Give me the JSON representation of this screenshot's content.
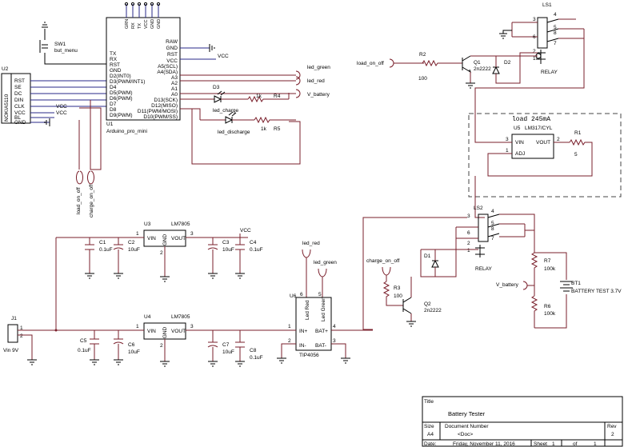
{
  "lcd": {
    "ref": "U2",
    "part": "NOKIA5110",
    "pins": [
      "RST",
      "SE",
      "DC",
      "DIN",
      "CLK",
      "VCC",
      "BL",
      "GND"
    ],
    "vcc": [
      "VCC",
      "VCC"
    ]
  },
  "switch": {
    "ref": "SW1",
    "value": "but_menu"
  },
  "mcu": {
    "ref": "U1",
    "part": "Arduino_pro_mini",
    "top_pins": [
      "GRN",
      "RX",
      "TX",
      "VCC",
      "GND",
      "GND"
    ],
    "left_pins": [
      "TX",
      "RX",
      "RST",
      "GND",
      "D2(INT0)",
      "D3(PWM/INT1)",
      "D4",
      "D5(PWM)",
      "D6(PWM)",
      "D7",
      "D8",
      "D9(PWM)"
    ],
    "right_pins": [
      "RAW",
      "GND",
      "RST",
      "VCC",
      "A5(SCL)",
      "A4(SDA)",
      "A3",
      "A2",
      "A1",
      "A0",
      "D13(SCK)",
      "D12(MISO)",
      "D11(PWM/MOSI)",
      "D10(PWM/SS)"
    ],
    "vcc": "VCC"
  },
  "nets": {
    "led_green": "led_green",
    "led_red": "led_red",
    "v_battery": "V_battery",
    "load_on_off": "load_on_off",
    "charge_on_off": "charge_on_off",
    "led_charge": "led_charge",
    "led_discharge": "led_discharge"
  },
  "d3": {
    "ref": "D3"
  },
  "r4": {
    "ref": "R4",
    "value": "1k"
  },
  "r5": {
    "ref": "R5",
    "value": "1k"
  },
  "ls1": {
    "ref": "LS1",
    "name": "RELAY",
    "pins": [
      "3",
      "4",
      "6",
      "5",
      "8",
      "7",
      "2",
      "1"
    ]
  },
  "r2": {
    "ref": "R2",
    "value": "100"
  },
  "q1": {
    "ref": "Q1",
    "value": "2n2222"
  },
  "d2": {
    "ref": "D2"
  },
  "load_box": {
    "label": "load  245mA"
  },
  "u5": {
    "ref": "U5",
    "part": "LM317/CYL",
    "vin": "VIN",
    "vout": "VOUT",
    "adj": "ADJ",
    "pins": [
      "3",
      "2",
      "1"
    ]
  },
  "r1": {
    "ref": "R1",
    "value": "5"
  },
  "ls2": {
    "ref": "LS2",
    "name": "RELAY",
    "pins": [
      "3",
      "4",
      "6",
      "5",
      "8",
      "7",
      "2",
      "1"
    ]
  },
  "d1": {
    "ref": "D1"
  },
  "r3": {
    "ref": "R3",
    "value": "100"
  },
  "q2": {
    "ref": "Q2",
    "value": "2n2222"
  },
  "r7": {
    "ref": "R7",
    "value": "100k"
  },
  "r6": {
    "ref": "R6",
    "value": "100k"
  },
  "bt1": {
    "ref": "BT1",
    "value": "BATTERY TEST 3.7V"
  },
  "u3": {
    "ref": "U3",
    "part": "LM7805",
    "vin": "VIN",
    "gnd": "GND",
    "vout": "VOUT",
    "pins": [
      "1",
      "2",
      "3"
    ]
  },
  "u4": {
    "ref": "U4",
    "part": "LM7805",
    "vin": "VIN",
    "gnd": "GND",
    "vout": "VOUT",
    "pins": [
      "1",
      "2",
      "3"
    ]
  },
  "c1": {
    "ref": "C1",
    "value": "0.1uF"
  },
  "c2": {
    "ref": "C2",
    "value": "10uF"
  },
  "c3": {
    "ref": "C3",
    "value": "10uF"
  },
  "c4": {
    "ref": "C4",
    "value": "0.1uF"
  },
  "c5": {
    "ref": "C5",
    "value": "0.1uF"
  },
  "c6": {
    "ref": "C6",
    "value": "10uF"
  },
  "c7": {
    "ref": "C7",
    "value": "10uF"
  },
  "c8": {
    "ref": "C8",
    "value": "0.1uF"
  },
  "vcc_u3": "VCC",
  "j1": {
    "ref": "J1",
    "value": "Vin 9V",
    "pins": [
      "1",
      "2"
    ]
  },
  "u6": {
    "ref": "U6",
    "part": "TIP4056",
    "led_red": "Led Red",
    "led_green": "Led Green",
    "in_p": "IN+",
    "in_n": "IN-",
    "bat_p": "BAT+",
    "bat_n": "BAT-",
    "pins": [
      "6",
      "5",
      "1",
      "4",
      "2",
      "3"
    ]
  },
  "title_block": {
    "title_label": "Title",
    "title": "Battery Tester",
    "size_label": "Size",
    "size": "A4",
    "docnum_label": "Document Number",
    "docnum": "<Doc>",
    "rev_label": "Rev",
    "rev": "2",
    "date_label": "Date:",
    "date": "Friday, November 11, 2016",
    "sheet_label": "Sheet",
    "sheet": "1",
    "of_label": "of",
    "of": "1"
  }
}
